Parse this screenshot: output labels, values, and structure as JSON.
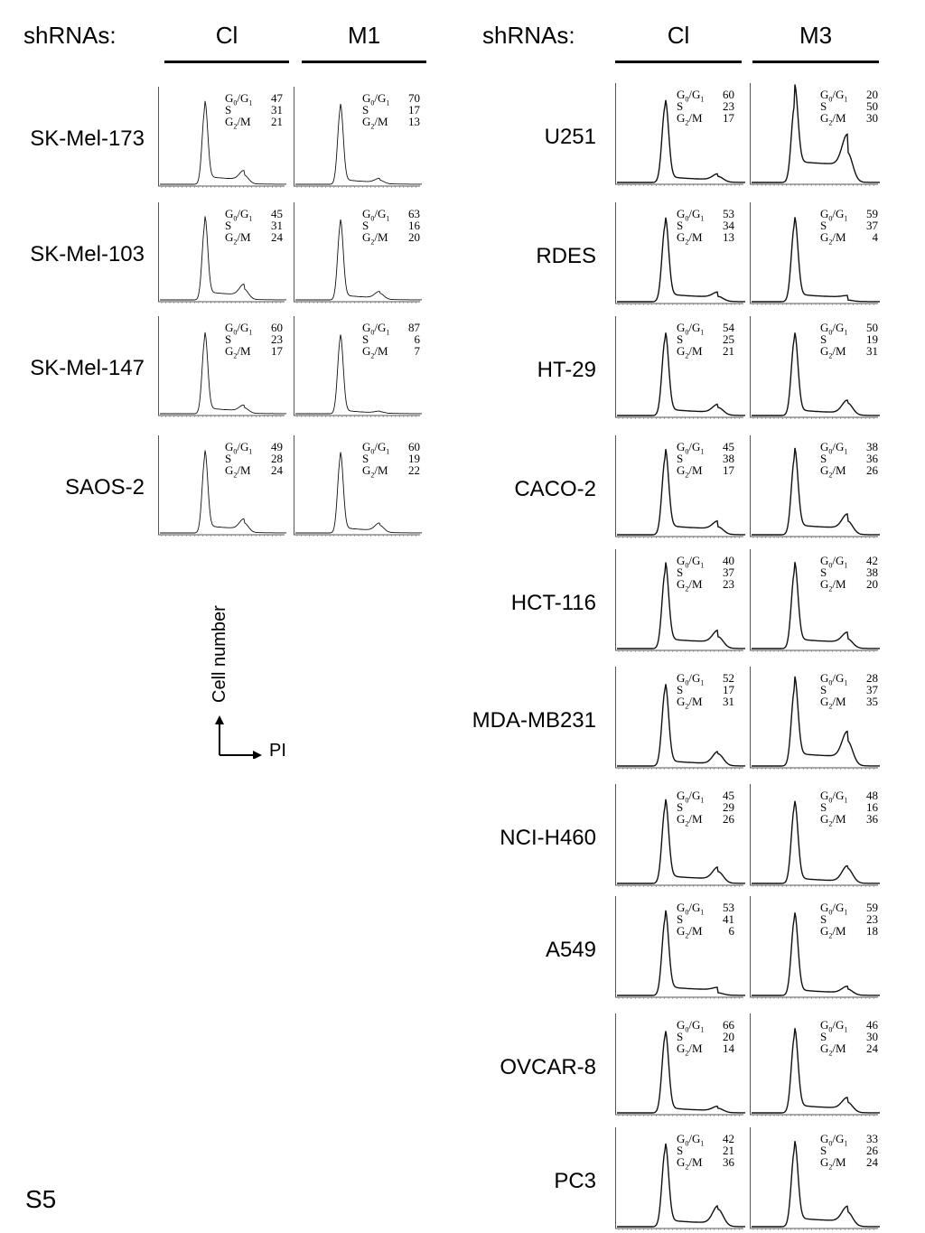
{
  "left": {
    "header": {
      "prefix": "shRNAs:",
      "ctrl": "Cl",
      "treat": "M1"
    },
    "rows": [
      {
        "name": "SK-Mel-173",
        "ctrl": {
          "g0g1": "47",
          "s": "31",
          "g2m": "21"
        },
        "treat": {
          "g0g1": "70",
          "s": "17",
          "g2m": "13"
        }
      },
      {
        "name": "SK-Mel-103",
        "ctrl": {
          "g0g1": "45",
          "s": "31",
          "g2m": "24"
        },
        "treat": {
          "g0g1": "63",
          "s": "16",
          "g2m": "20"
        }
      },
      {
        "name": "SK-Mel-147",
        "ctrl": {
          "g0g1": "60",
          "s": "23",
          "g2m": "17"
        },
        "treat": {
          "g0g1": "87",
          "s": "6",
          "g2m": "7"
        }
      },
      {
        "name": "SAOS-2",
        "ctrl": {
          "g0g1": "49",
          "s": "28",
          "g2m": "24"
        },
        "treat": {
          "g0g1": "60",
          "s": "19",
          "g2m": "22"
        }
      }
    ]
  },
  "right": {
    "header": {
      "prefix": "shRNAs:",
      "ctrl": "Cl",
      "treat": "M3"
    },
    "rows": [
      {
        "name": "U251",
        "ctrl": {
          "g0g1": "60",
          "s": "23",
          "g2m": "17"
        },
        "treat": {
          "g0g1": "20",
          "s": "50",
          "g2m": "30"
        }
      },
      {
        "name": "RDES",
        "ctrl": {
          "g0g1": "53",
          "s": "34",
          "g2m": "13"
        },
        "treat": {
          "g0g1": "59",
          "s": "37",
          "g2m": "4"
        }
      },
      {
        "name": "HT-29",
        "ctrl": {
          "g0g1": "54",
          "s": "25",
          "g2m": "21"
        },
        "treat": {
          "g0g1": "50",
          "s": "19",
          "g2m": "31"
        }
      },
      {
        "name": "CACO-2",
        "ctrl": {
          "g0g1": "45",
          "s": "38",
          "g2m": "17"
        },
        "treat": {
          "g0g1": "38",
          "s": "36",
          "g2m": "26"
        }
      },
      {
        "name": "HCT-116",
        "ctrl": {
          "g0g1": "40",
          "s": "37",
          "g2m": "23"
        },
        "treat": {
          "g0g1": "42",
          "s": "38",
          "g2m": "20"
        }
      },
      {
        "name": "MDA-MB231",
        "ctrl": {
          "g0g1": "52",
          "s": "17",
          "g2m": "31"
        },
        "treat": {
          "g0g1": "28",
          "s": "37",
          "g2m": "35"
        }
      },
      {
        "name": "NCI-H460",
        "ctrl": {
          "g0g1": "45",
          "s": "29",
          "g2m": "26"
        },
        "treat": {
          "g0g1": "48",
          "s": "16",
          "g2m": "36"
        }
      },
      {
        "name": "A549",
        "ctrl": {
          "g0g1": "53",
          "s": "41",
          "g2m": "6"
        },
        "treat": {
          "g0g1": "59",
          "s": "23",
          "g2m": "18"
        }
      },
      {
        "name": "OVCAR-8",
        "ctrl": {
          "g0g1": "66",
          "s": "20",
          "g2m": "14"
        },
        "treat": {
          "g0g1": "46",
          "s": "30",
          "g2m": "24"
        }
      },
      {
        "name": "PC3",
        "ctrl": {
          "g0g1": "42",
          "s": "21",
          "g2m": "36"
        },
        "treat": {
          "g0g1": "33",
          "s": "26",
          "g2m": "24"
        }
      }
    ]
  },
  "phase_labels": {
    "g0g1": "G0/G1",
    "s": "S",
    "g2m": "G2/M"
  },
  "axes": {
    "y_label": "Cell number",
    "x_label": "PI"
  },
  "figure_label": "S5"
}
